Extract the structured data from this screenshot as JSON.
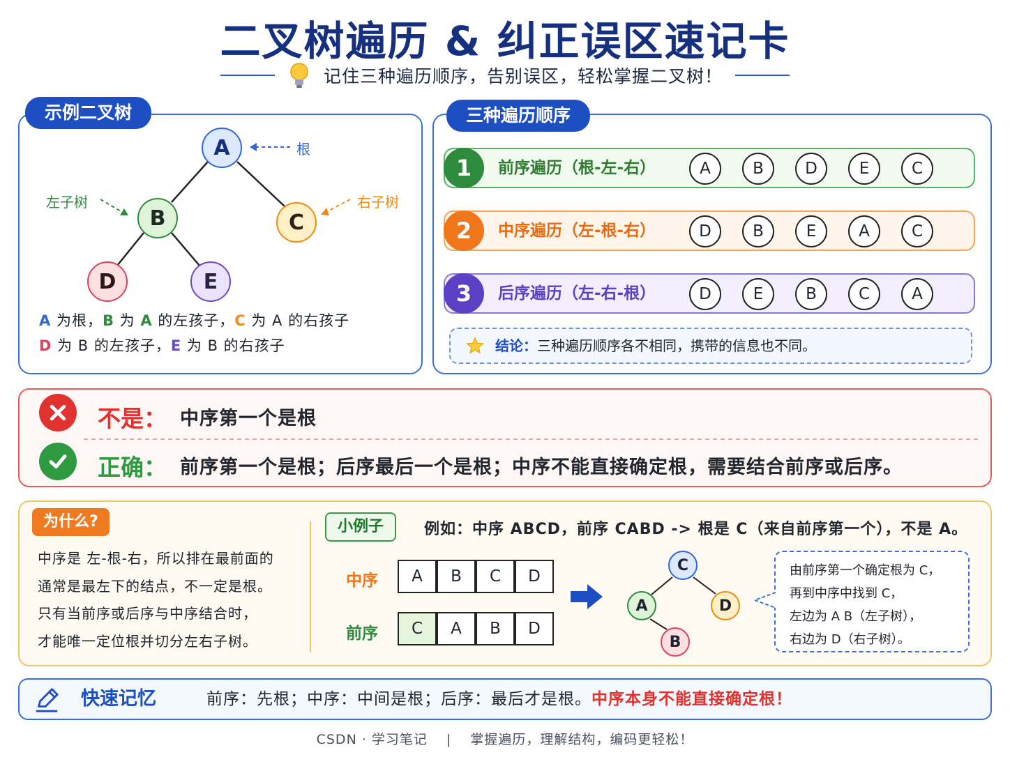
{
  "title": "二叉树遍历 & 纠正误区速记卡",
  "subtitle": "记住三种遍历顺序，告别误区，轻松掌握二叉树！",
  "tree_panel": {
    "tag": "示例二叉树",
    "nodes": [
      "A",
      "B",
      "C",
      "D",
      "E"
    ],
    "root_label": "根",
    "left_label": "左子树",
    "right_label": "右子树",
    "desc_line1": [
      {
        "t": "A",
        "c": "#2f67d6"
      },
      {
        "t": " 为根，",
        "c": ""
      },
      {
        "t": "B",
        "c": "#2e8b3d"
      },
      {
        "t": " 为 ",
        "c": ""
      },
      {
        "t": "A",
        "c": "#2e8b3d"
      },
      {
        "t": " 的左孩子，",
        "c": ""
      },
      {
        "t": "C",
        "c": "#f08a14"
      },
      {
        "t": " 为 A 的右孩子",
        "c": ""
      }
    ],
    "desc_line2": [
      {
        "t": "D",
        "c": "#d9435a"
      },
      {
        "t": " 为 B 的左孩子，",
        "c": ""
      },
      {
        "t": "E",
        "c": "#6b47c9"
      },
      {
        "t": " 为 B 的右孩子",
        "c": ""
      }
    ]
  },
  "traversal_panel": {
    "tag": "三种遍历顺序",
    "rows": [
      {
        "num": "1",
        "name": "前序遍历（根-左-右）",
        "seq": [
          "A",
          "B",
          "D",
          "E",
          "C"
        ]
      },
      {
        "num": "2",
        "name": "中序遍历（左-根-右）",
        "seq": [
          "D",
          "B",
          "E",
          "A",
          "C"
        ]
      },
      {
        "num": "3",
        "name": "后序遍历（左-右-根）",
        "seq": [
          "D",
          "E",
          "B",
          "C",
          "A"
        ]
      }
    ],
    "conclusion_key": "结论：",
    "conclusion_text": "三种遍历顺序各不相同，携带的信息也不同。"
  },
  "wrong_right": {
    "wrong_key": "不是：",
    "wrong_text": "中序第一个是根",
    "right_key": "正确：",
    "right_text": "前序第一个是根；后序最后一个是根；中序不能直接确定根，需要结合前序或后序。"
  },
  "why": {
    "tag": "为什么?",
    "lines": [
      "中序是 左-根-右，所以排在最前面的",
      "通常是最左下的结点，不一定是根。",
      "只有当前序或后序与中序结合时，",
      "才能唯一定位根并切分左右子树。"
    ],
    "example_tag": "小例子",
    "example_text": "例如：中序 ABCD，前序 CABD -> 根是 C（来自前序第一个），不是 A。",
    "inorder_label": "中序",
    "inorder": [
      "A",
      "B",
      "C",
      "D"
    ],
    "preorder_label": "前序",
    "preorder": [
      "C",
      "A",
      "B",
      "D"
    ],
    "small_tree_nodes": [
      "C",
      "A",
      "D",
      "B"
    ],
    "callout": [
      "由前序第一个确定根为 C，",
      "再到中序中找到 C，",
      "左边为 A B（左子树），",
      "右边为 D（右子树）。"
    ]
  },
  "memory": {
    "key": "快速记忆",
    "text": "前序：先根；中序：中间是根；后序：最后才是根。",
    "alert": "中序本身不能直接确定根！"
  },
  "footer": "CSDN · 学习笔记　 |　 掌握遍历，理解结构，编码更轻松！",
  "colors": {
    "primary": "#1e4fc2",
    "preorder": "#2e8b3d",
    "inorder": "#f0761c",
    "postorder": "#5b3fc4",
    "wrong": "#e0322e",
    "right": "#2e9a3f"
  }
}
